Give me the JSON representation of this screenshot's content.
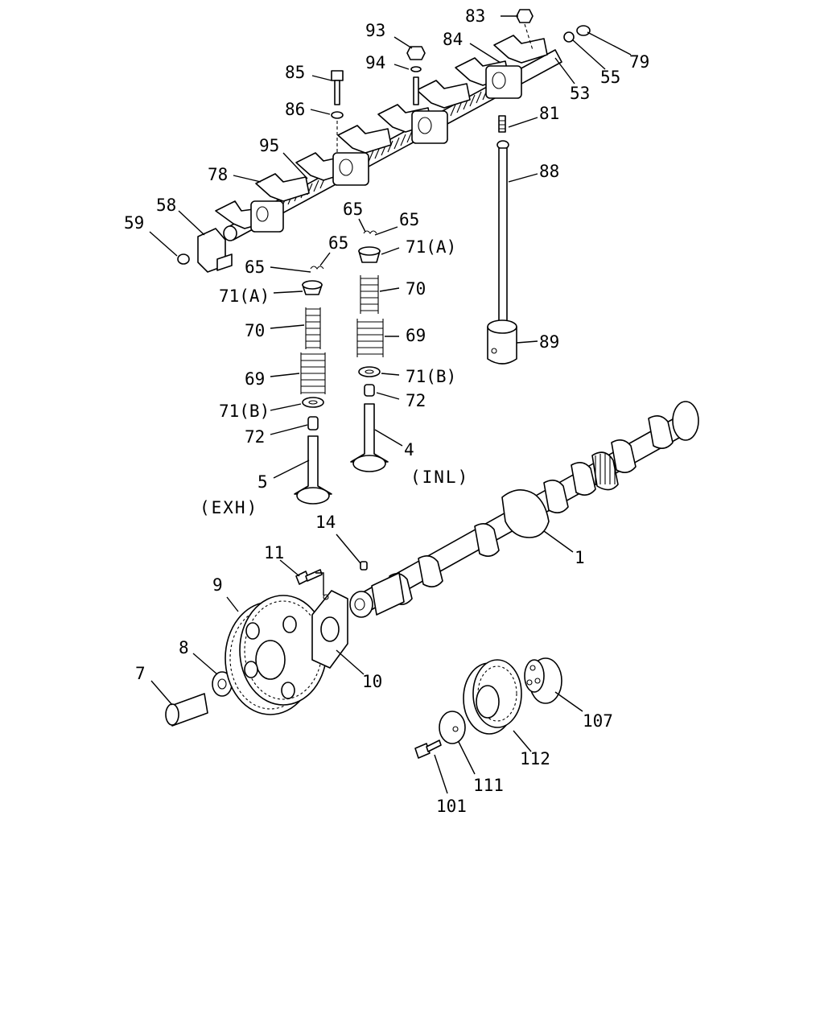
{
  "diagram": {
    "notes": {
      "exhaust": "(EXH)",
      "intake": "(INL)"
    },
    "callouts": [
      {
        "id": "c83",
        "label": "83"
      },
      {
        "id": "c93",
        "label": "93"
      },
      {
        "id": "c84",
        "label": "84"
      },
      {
        "id": "c79",
        "label": "79"
      },
      {
        "id": "c94",
        "label": "94"
      },
      {
        "id": "c55",
        "label": "55"
      },
      {
        "id": "c85",
        "label": "85"
      },
      {
        "id": "c53",
        "label": "53"
      },
      {
        "id": "c86",
        "label": "86"
      },
      {
        "id": "c81",
        "label": "81"
      },
      {
        "id": "c95",
        "label": "95"
      },
      {
        "id": "c88",
        "label": "88"
      },
      {
        "id": "c78",
        "label": "78"
      },
      {
        "id": "c58",
        "label": "58"
      },
      {
        "id": "c65a",
        "label": "65"
      },
      {
        "id": "c65b",
        "label": "65"
      },
      {
        "id": "c59",
        "label": "59"
      },
      {
        "id": "c65c",
        "label": "65"
      },
      {
        "id": "c65d",
        "label": "65"
      },
      {
        "id": "c71a_in",
        "label": "71(A)"
      },
      {
        "id": "c71a_ex",
        "label": "71(A)"
      },
      {
        "id": "c70_in",
        "label": "70"
      },
      {
        "id": "c70_ex",
        "label": "70"
      },
      {
        "id": "c69_in",
        "label": "69"
      },
      {
        "id": "c89",
        "label": "89"
      },
      {
        "id": "c69_ex",
        "label": "69"
      },
      {
        "id": "c71b_in",
        "label": "71(B)"
      },
      {
        "id": "c72_in",
        "label": "72"
      },
      {
        "id": "c71b_ex",
        "label": "71(B)"
      },
      {
        "id": "c72_ex",
        "label": "72"
      },
      {
        "id": "c4",
        "label": "4"
      },
      {
        "id": "c5",
        "label": "5"
      },
      {
        "id": "c14",
        "label": "14"
      },
      {
        "id": "c1",
        "label": "1"
      },
      {
        "id": "c11",
        "label": "11"
      },
      {
        "id": "c9",
        "label": "9"
      },
      {
        "id": "c8",
        "label": "8"
      },
      {
        "id": "c10",
        "label": "10"
      },
      {
        "id": "c7",
        "label": "7"
      },
      {
        "id": "c107",
        "label": "107"
      },
      {
        "id": "c112",
        "label": "112"
      },
      {
        "id": "c111",
        "label": "111"
      },
      {
        "id": "c101",
        "label": "101"
      }
    ]
  }
}
